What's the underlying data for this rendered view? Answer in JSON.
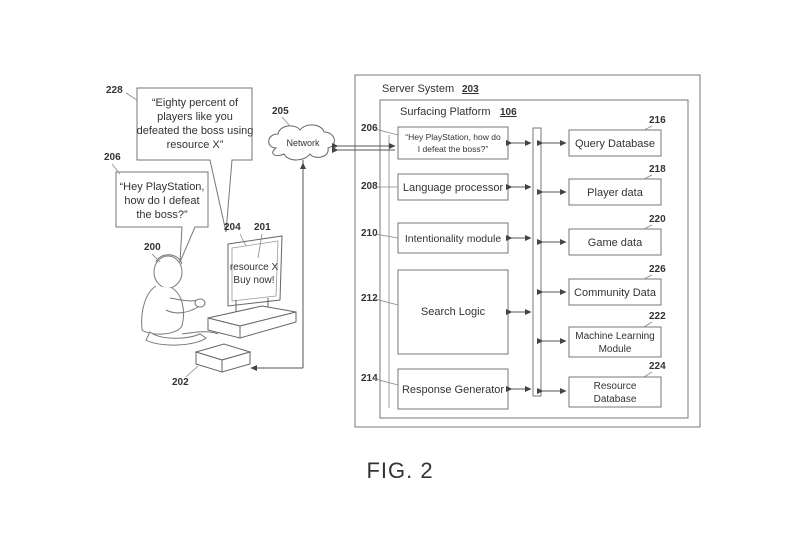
{
  "figure": {
    "caption": "FIG. 2",
    "server": {
      "label": "Server System",
      "ref": "203"
    },
    "platform": {
      "label": "Surfacing Platform",
      "ref": "106"
    },
    "network": {
      "label": "Network",
      "ref": "205"
    },
    "bubbles": {
      "response": {
        "ref": "228",
        "lines": [
          "“Eighty percent of",
          "players like you",
          "defeated the boss using",
          "resource X”"
        ]
      },
      "query": {
        "ref": "206",
        "lines": [
          "“Hey PlayStation,",
          "how do I defeat",
          "the boss?”"
        ]
      }
    },
    "user": {
      "ref": "200"
    },
    "console": {
      "ref": "202"
    },
    "display": {
      "ref": "204",
      "ad_ref": "201",
      "ad_lines": [
        "resource X",
        "Buy now!"
      ]
    },
    "modules": {
      "query_input": {
        "ref": "206",
        "lines": [
          "“Hey PlayStation, how do",
          "I defeat the boss?”"
        ]
      },
      "language": {
        "ref": "208",
        "label": "Language processor"
      },
      "intent": {
        "ref": "210",
        "label": "Intentionality module"
      },
      "search": {
        "ref": "212",
        "label": "Search Logic"
      },
      "response": {
        "ref": "214",
        "label": "Response Generator"
      }
    },
    "data_stores": {
      "query_db": {
        "ref": "216",
        "label": "Query Database"
      },
      "player": {
        "ref": "218",
        "label": "Player data"
      },
      "game": {
        "ref": "220",
        "label": "Game data"
      },
      "community": {
        "ref": "226",
        "label": "Community Data"
      },
      "ml": {
        "ref": "222",
        "lines": [
          "Machine Learning",
          "Module"
        ]
      },
      "resource": {
        "ref": "224",
        "lines": [
          "Resource",
          "Database"
        ]
      }
    }
  }
}
